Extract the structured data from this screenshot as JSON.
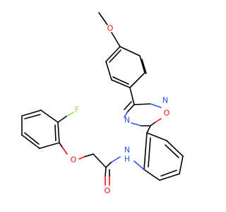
{
  "molecule": {
    "atom_labels": {
      "o_methoxy": "O",
      "o_oxadiazole": "O",
      "n_oxadiazole_top": "N",
      "n_oxadiazole_left": "N",
      "f": "F",
      "o_ether": "O",
      "o_carbonyl": "O",
      "n_amide": "N",
      "h_amide": "H"
    },
    "colors": {
      "carbon": "#000000",
      "oxygen": "#ff0d0d",
      "nitrogen": "#3050f8",
      "fluorine": "#90e050"
    }
  }
}
